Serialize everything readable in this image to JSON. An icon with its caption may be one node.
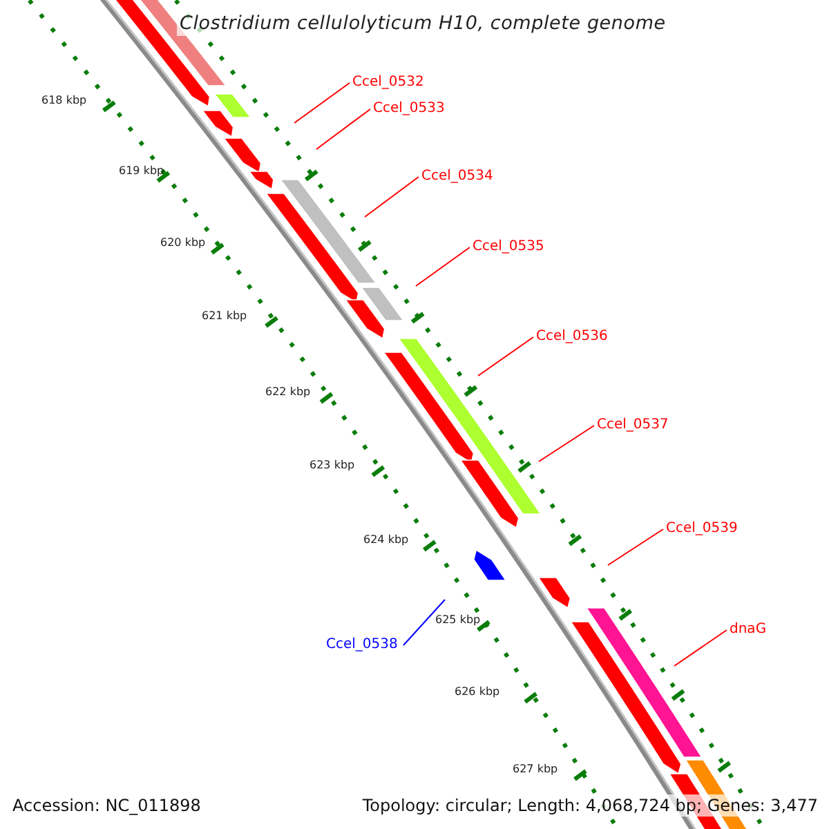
{
  "diagram": {
    "title": "Clostridium cellulolyticum H10, complete genome",
    "nodes": [
      {
        "text": [
          "Ccel_0532"
        ]
      },
      {
        "text": [
          "Ccel_0533"
        ]
      },
      {
        "text": [
          "Ccel_0534"
        ]
      },
      {
        "text": [
          "Ccel_0535"
        ]
      },
      {
        "text": [
          "Ccel_0536"
        ]
      },
      {
        "text": [
          "Ccel_0537"
        ]
      },
      {
        "text": [
          "Ccel_0539"
        ]
      },
      {
        "text": [
          "dnaG"
        ]
      },
      {
        "text": [
          "Ccel_0538"
        ]
      }
    ],
    "edges": [
      {
        "from": 0,
        "to": null,
        "arrow": "none"
      },
      {
        "from": 1,
        "to": null,
        "arrow": "none"
      },
      {
        "from": 2,
        "to": null,
        "arrow": "none"
      },
      {
        "from": 3,
        "to": null,
        "arrow": "none"
      },
      {
        "from": 4,
        "to": null,
        "arrow": "none"
      },
      {
        "from": 5,
        "to": null,
        "arrow": "none"
      },
      {
        "from": 6,
        "to": null,
        "arrow": "none"
      },
      {
        "from": 7,
        "to": null,
        "arrow": "none"
      },
      {
        "from": 8,
        "to": null,
        "arrow": "none",
        "color": "#0000ff"
      }
    ],
    "labels": [
      "618 kbp",
      "619 kbp",
      "620 kbp",
      "621 kbp",
      "622 kbp",
      "623 kbp",
      "624 kbp",
      "625 kbp",
      "626 kbp",
      "627 kbp",
      "Accession: NC_011898",
      "Topology: circular; Length: 4,068,724 bp; Genes: 3,477"
    ]
  }
}
